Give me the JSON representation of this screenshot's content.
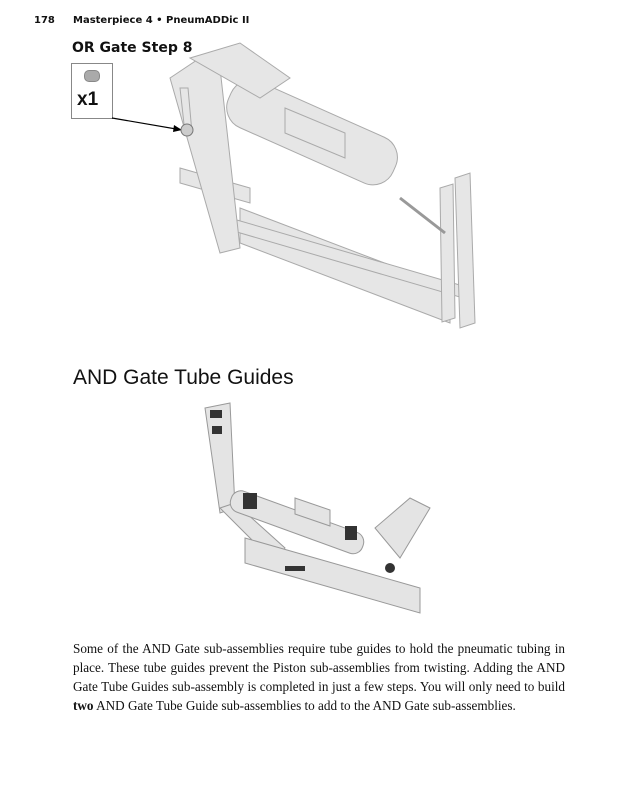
{
  "header": {
    "page_number": "178",
    "running_title": "Masterpiece 4 • PneumADDic II"
  },
  "step": {
    "title": "OR Gate Step 8",
    "parts": [
      {
        "icon": "bush-part-icon",
        "quantity": "x1"
      }
    ]
  },
  "section": {
    "heading": "AND Gate Tube Guides"
  },
  "body": {
    "bold_word": "two",
    "text_before": "Some of the AND Gate sub-assemblies require tube guides to hold the pneumatic tubing in place. These tube guides prevent the Piston sub-assemblies from twisting. Adding the AND Gate Tube Guides sub-assembly is completed in just a few steps. You will only need to build ",
    "text_after": " AND Gate Tube Guide sub-assemblies to add to the AND Gate sub-assemblies."
  }
}
